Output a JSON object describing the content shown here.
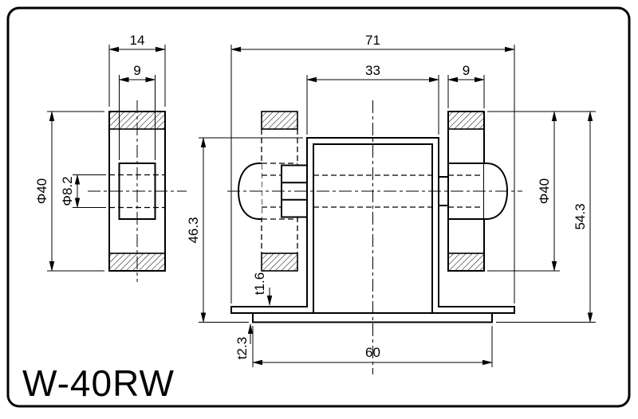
{
  "part_label": "W-40RW",
  "left_view": {
    "width_overall": "14",
    "width_hub": "9",
    "dia_outer": "Φ40",
    "dia_bore": "Φ8.2"
  },
  "right_view": {
    "width_overall": "71",
    "width_bracket": "33",
    "width_roller": "9",
    "height_bracket": "46.3",
    "height_overall": "54.3",
    "dia_roller": "Φ40",
    "thick_bracket": "t1.6",
    "thick_base": "t2.3",
    "width_base": "60"
  },
  "colors": {
    "line": "#000000",
    "background": "#ffffff"
  }
}
